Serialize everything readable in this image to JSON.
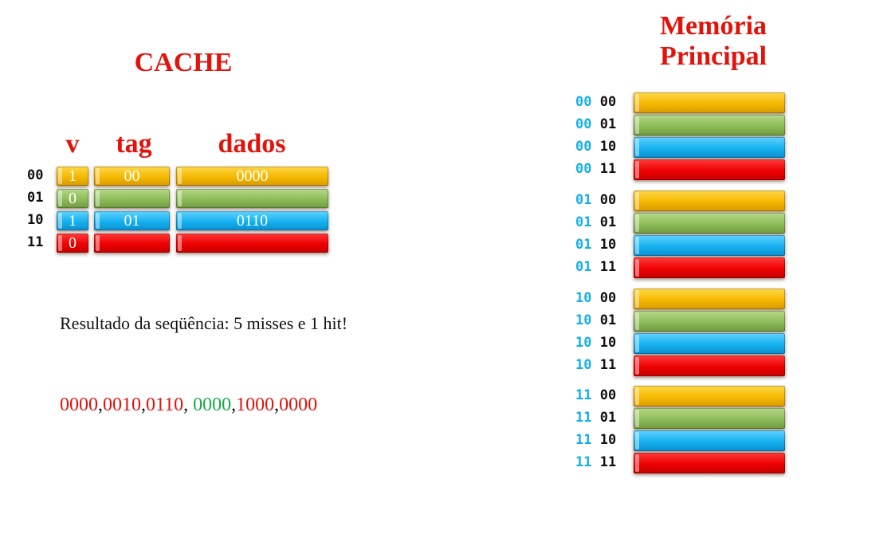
{
  "cache": {
    "title": "CACHE",
    "headers": {
      "v": "v",
      "tag": "tag",
      "dados": "dados"
    },
    "rows": [
      {
        "index": "00",
        "v": "1",
        "tag": "00",
        "dados": "0000",
        "color": "#f5b800"
      },
      {
        "index": "01",
        "v": "0",
        "tag": "",
        "dados": "",
        "color": "#8cbc57"
      },
      {
        "index": "10",
        "v": "1",
        "tag": "01",
        "dados": "0110",
        "color": "#16b0ef"
      },
      {
        "index": "11",
        "v": "0",
        "tag": "",
        "dados": "",
        "color": "#ee0000"
      }
    ]
  },
  "result": {
    "text": "Resultado da seqüência: 5 misses e 1 hit!",
    "sequence": [
      {
        "value": "0000",
        "status": "miss"
      },
      {
        "value": "0010",
        "status": "miss"
      },
      {
        "value": "0110",
        "status": "miss"
      },
      {
        "value": "0000",
        "status": "hit"
      },
      {
        "value": "1000",
        "status": "miss"
      },
      {
        "value": "0000",
        "status": "miss"
      }
    ],
    "colors": {
      "miss": "#e3120b",
      "hit": "#1aa84a"
    }
  },
  "memory": {
    "title": "Memória Principal",
    "blocks": [
      {
        "hi": "00",
        "lo": "00",
        "color": "#f5b800"
      },
      {
        "hi": "00",
        "lo": "01",
        "color": "#8cbc57"
      },
      {
        "hi": "00",
        "lo": "10",
        "color": "#16b0ef"
      },
      {
        "hi": "00",
        "lo": "11",
        "color": "#ee0000"
      },
      {
        "hi": "01",
        "lo": "00",
        "color": "#f5b800"
      },
      {
        "hi": "01",
        "lo": "01",
        "color": "#8cbc57"
      },
      {
        "hi": "01",
        "lo": "10",
        "color": "#16b0ef"
      },
      {
        "hi": "01",
        "lo": "11",
        "color": "#ee0000"
      },
      {
        "hi": "10",
        "lo": "00",
        "color": "#f5b800"
      },
      {
        "hi": "10",
        "lo": "01",
        "color": "#8cbc57"
      },
      {
        "hi": "10",
        "lo": "10",
        "color": "#16b0ef"
      },
      {
        "hi": "10",
        "lo": "11",
        "color": "#ee0000"
      },
      {
        "hi": "11",
        "lo": "00",
        "color": "#f5b800"
      },
      {
        "hi": "11",
        "lo": "01",
        "color": "#8cbc57"
      },
      {
        "hi": "11",
        "lo": "10",
        "color": "#16b0ef"
      },
      {
        "hi": "11",
        "lo": "11",
        "color": "#ee0000"
      }
    ]
  },
  "palette": {
    "title_red": "#e3120b",
    "address_blue": "#15aee8"
  }
}
